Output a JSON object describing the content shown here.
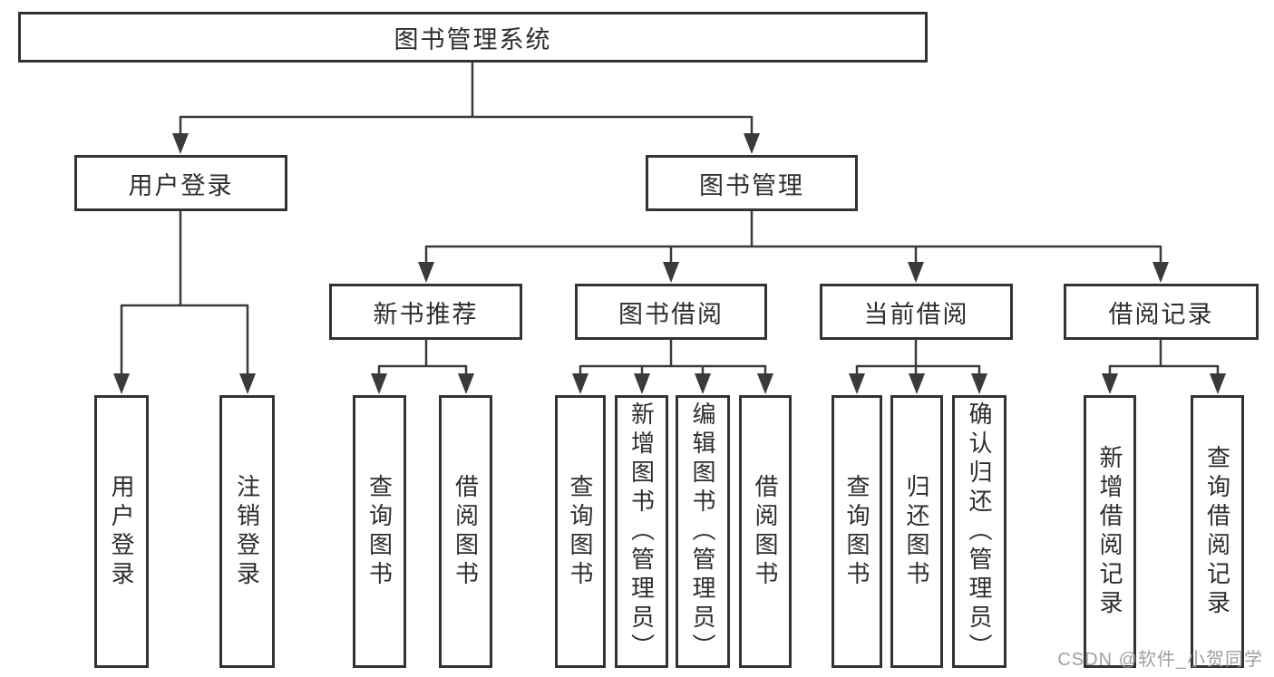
{
  "diagram": {
    "nodes": {
      "root": "图书管理系统",
      "user_login": "用户登录",
      "book_mgmt": "图书管理",
      "new_book_rec": "新书推荐",
      "book_borrow": "图书借阅",
      "current_borrow": "当前借阅",
      "borrow_records": "借阅记录",
      "ul_login": "用户登录",
      "ul_logout": "注销登录",
      "nb_query": "查询图书",
      "nb_borrow": "借阅图书",
      "bb_query": "查询图书",
      "bb_add": "新增图书（管理员）",
      "bb_edit": "编辑图书（管理员）",
      "bb_borrow": "借阅图书",
      "cb_query": "查询图书",
      "cb_return": "归还图书",
      "cb_confirm": "确认归还（管理员）",
      "br_add": "新增借阅记录",
      "br_query": "查询借阅记录"
    },
    "watermark": "CSDN @软件_小贺同学",
    "colors": {
      "line": "#3a3a3a",
      "text": "#2d2d2d",
      "background": "#ffffff",
      "watermark": "#9a9a9a"
    }
  }
}
